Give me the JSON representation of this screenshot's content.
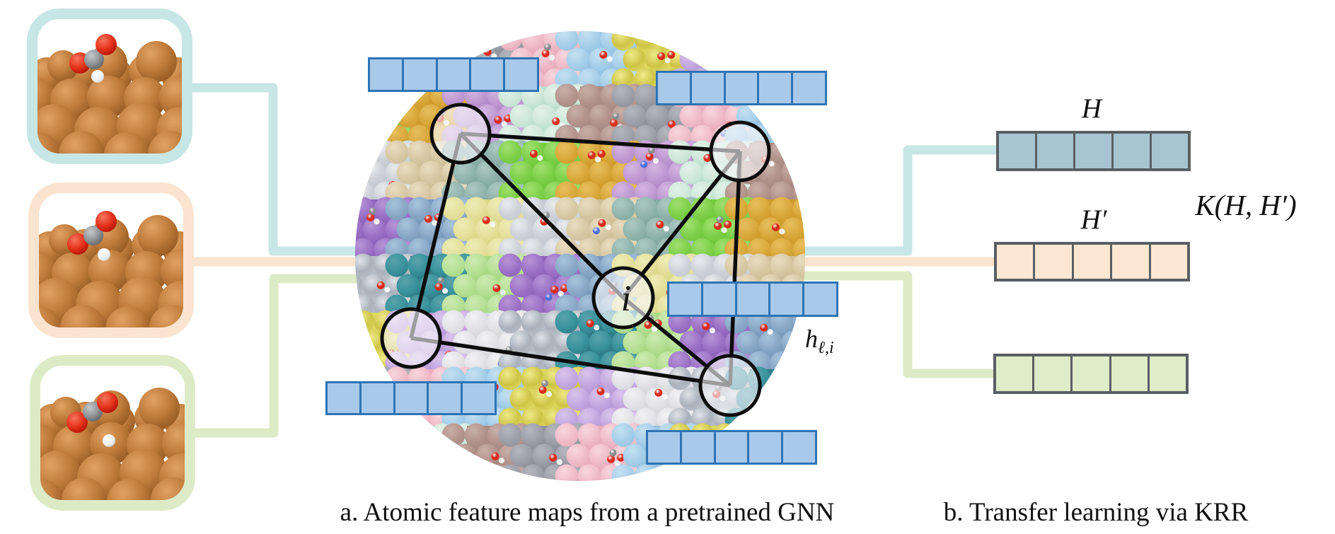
{
  "figure": {
    "caption_a": "a. Atomic feature maps from a pretrained GNN",
    "caption_b": "b. Transfer learning via KRR"
  },
  "math_labels": {
    "node_i": "i",
    "feature_base": "h",
    "feature_sub": "ℓ,i",
    "h_vector": "H",
    "h_prime_vector": "H′",
    "kernel": "K(H, H′)"
  },
  "colors": {
    "teal_accent": "#c7e6e6",
    "peach_accent": "#fae4cf",
    "green_accent": "#dcebc5",
    "blue_vector_fill": "#a9c9ea",
    "blue_vector_border": "#2e74b5",
    "h_vector_fill": "#a7c5d1",
    "h_prime_vector_fill": "#fce7d2",
    "target_vector_fill": "#dfecc8",
    "krr_vector_border": "#5a5f63",
    "graph_line": "#0d0d0d",
    "node_fill": "rgba(246,246,248,0.62)",
    "copper": "#bf7c3c",
    "oxygen": "#e3301a",
    "carbon": "#8f9295",
    "hydrogen": "#f0f0f0",
    "caption_text": "#101010"
  },
  "left_structures": [
    {
      "id": "structure-1",
      "accent": "#c7e6e6"
    },
    {
      "id": "structure-2",
      "accent": "#fae4cf"
    },
    {
      "id": "structure-3",
      "accent": "#dcebc5"
    }
  ],
  "feature_vectors": {
    "cell_count": 5,
    "instances": [
      "top-left",
      "top-right",
      "middle-right",
      "bottom-left",
      "bottom-center"
    ]
  },
  "krr_vectors": [
    {
      "id": "vector-H",
      "label": "H",
      "fill": "#a7c5d1"
    },
    {
      "id": "vector-H-prime",
      "label": "H′",
      "fill": "#fce7d2"
    },
    {
      "id": "vector-target",
      "label": "",
      "fill": "#dfecc8"
    }
  ],
  "graph": {
    "node_count": 5,
    "edge_count": 7,
    "labeled_node": "i"
  },
  "mosaic": {
    "palette": [
      {
        "bg": "#dcd75d",
        "hi": "#f0ea8a",
        "sp": "#cdc446"
      },
      {
        "bg": "#b7bdc6",
        "hi": "#dfe3e8",
        "sp": "#aab1bb"
      },
      {
        "bg": "#8f64bb",
        "hi": "#b795d8",
        "sp": "#9c72c6"
      },
      {
        "bg": "#c6cad1",
        "hi": "#e9ebee",
        "sp": "#ced2d8"
      },
      {
        "bg": "#72c93e",
        "hi": "#a0e070",
        "sp": "#7ed04a"
      },
      {
        "bg": "#bfe0cf",
        "hi": "#e2f2e9",
        "sp": "#cfe8da"
      },
      {
        "bg": "#e9aebe",
        "hi": "#f8d6de",
        "sp": "#f0bcc9"
      },
      {
        "bg": "#b99bd8",
        "hi": "#d9c4ec",
        "sp": "#c4a8e0"
      },
      {
        "bg": "#2e7d88",
        "hi": "#5aa3ac",
        "sp": "#38929c"
      },
      {
        "bg": "#7b9cbd",
        "hi": "#a8c4dd",
        "sp": "#8aa9c7"
      },
      {
        "bg": "#cfc09a",
        "hi": "#e9dec0",
        "sp": "#d8c9a6"
      },
      {
        "bg": "#cf9c2d",
        "hi": "#e8bf5e",
        "sp": "#d9a93c"
      },
      {
        "bg": "#a98a84",
        "hi": "#c9afa9",
        "sp": "#b4948d"
      },
      {
        "bg": "#97c4e2",
        "hi": "#c4e0f2",
        "sp": "#a6cfe9"
      },
      {
        "bg": "#d8d8dd",
        "hi": "#f2f2f5",
        "sp": "#e2e2e7"
      },
      {
        "bg": "#a8d884",
        "hi": "#cdeab2",
        "sp": "#b5e094"
      },
      {
        "bg": "#dcd88c",
        "hi": "#efecb5",
        "sp": "#e4e09c"
      },
      {
        "bg": "#84aaa2",
        "hi": "#abc9c2",
        "sp": "#92b5ad"
      },
      {
        "bg": "#b48cc9",
        "hi": "#d4b6e2",
        "sp": "#c09ad3"
      },
      {
        "bg": "#90929b",
        "hi": "#b5b7bf",
        "sp": "#9da0a8"
      }
    ],
    "adsorbate_colors": {
      "red": "#d92b1c",
      "white": "#f5f5f5",
      "blue": "#4a6fd8",
      "gray": "#8a8d90"
    }
  }
}
